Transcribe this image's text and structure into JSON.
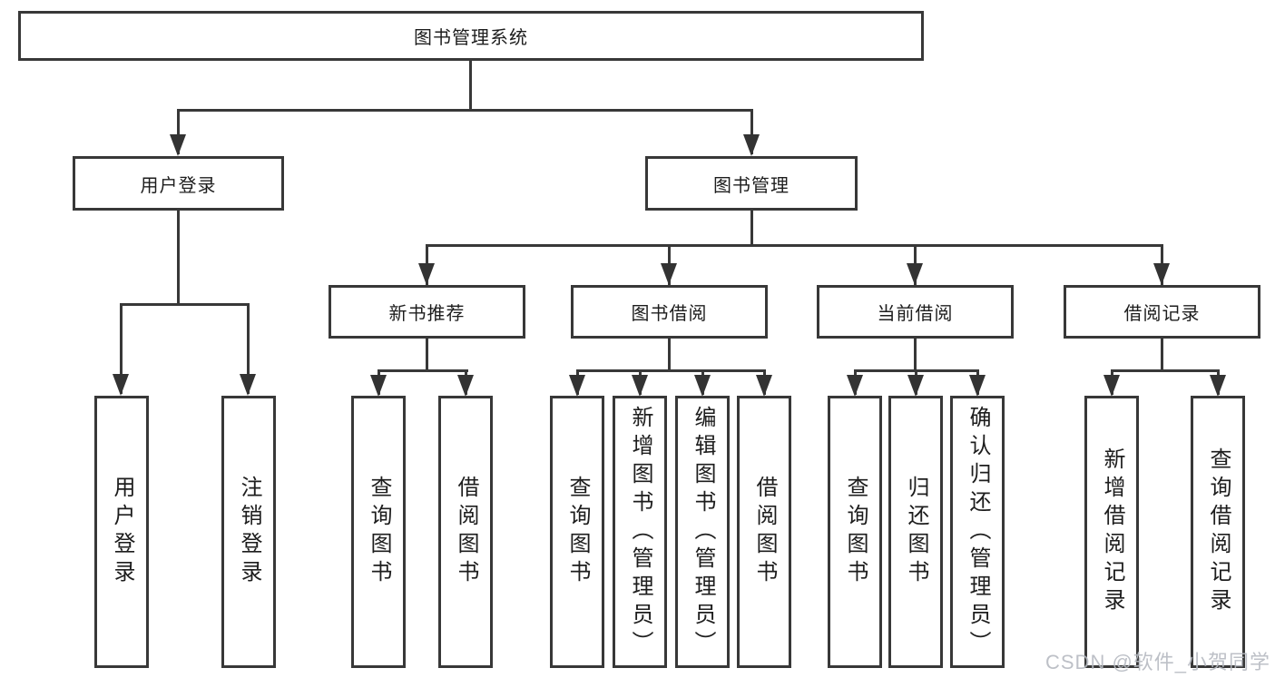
{
  "title": {
    "label": "图书管理系统"
  },
  "level2": [
    {
      "label": "用户登录",
      "parent": "图书管理系统"
    },
    {
      "label": "图书管理",
      "parent": "图书管理系统"
    }
  ],
  "level3": [
    {
      "label": "新书推荐",
      "parent": "图书管理"
    },
    {
      "label": "图书借阅",
      "parent": "图书管理"
    },
    {
      "label": "当前借阅",
      "parent": "图书管理"
    },
    {
      "label": "借阅记录",
      "parent": "图书管理"
    }
  ],
  "leaves": [
    {
      "label": "用户登录",
      "parent": "用户登录"
    },
    {
      "label": "注销登录",
      "parent": "用户登录"
    },
    {
      "label": "查询图书",
      "parent": "新书推荐"
    },
    {
      "label": "借阅图书",
      "parent": "新书推荐"
    },
    {
      "label": "查询图书",
      "parent": "图书借阅"
    },
    {
      "label": "新增图书（管理员）",
      "parent": "图书借阅"
    },
    {
      "label": "编辑图书（管理员）",
      "parent": "图书借阅"
    },
    {
      "label": "借阅图书",
      "parent": "图书借阅"
    },
    {
      "label": "查询图书",
      "parent": "当前借阅"
    },
    {
      "label": "归还图书",
      "parent": "当前借阅"
    },
    {
      "label": "确认归还（管理员）",
      "parent": "当前借阅"
    },
    {
      "label": "新增借阅记录",
      "parent": "借阅记录"
    },
    {
      "label": "查询借阅记录",
      "parent": "借阅记录"
    }
  ],
  "watermark": {
    "text": "CSDN @软件_小贺同学",
    "color": "#b6bac1"
  },
  "colors": {
    "line": "#383838",
    "text": "#1d1d1d",
    "background": "#ffffff"
  }
}
